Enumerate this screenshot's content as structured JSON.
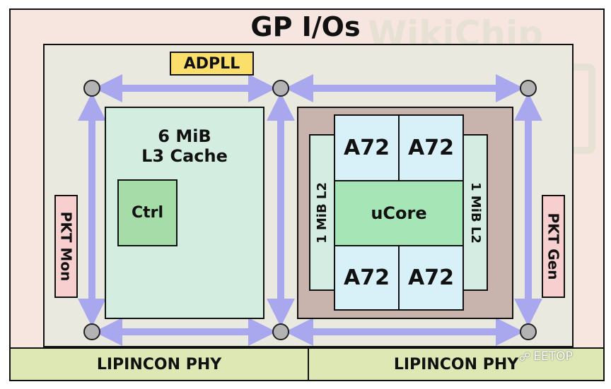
{
  "header": {
    "title": "GP I/Os"
  },
  "watermark": {
    "text": "WikiChip"
  },
  "clock": {
    "label": "ADPLL"
  },
  "l3_cache": {
    "label": "6 MiB\nL3 Cache",
    "controller_label": "Ctrl"
  },
  "cpu_cluster": {
    "l2_left": "1 MiB L2",
    "l2_right": "1 MiB L2",
    "cores": [
      "A72",
      "A72",
      "A72",
      "A72"
    ],
    "ucore": "uCore"
  },
  "packet": {
    "monitor": "PKT Mon",
    "generator": "PKT Gen"
  },
  "phy": {
    "left": "LIPINCON PHY",
    "right": "LIPINCON PHY"
  },
  "source": {
    "text": "EETOP",
    "icon": "wechat-icon"
  },
  "colors": {
    "outer_bg": "#f6e6df",
    "inner_bg": "#eae9e0",
    "arrow": "#a9a8ee",
    "node": "#b3b3b3",
    "adpll": "#fbdf6a",
    "l3": "#d3ede0",
    "ctrl": "#a5dca8",
    "core_block": "#c8b4ac",
    "a72": "#d8f0f7",
    "ucore": "#a5e5b6",
    "pkt": "#f7cfcf",
    "phy": "#dee8b4"
  }
}
